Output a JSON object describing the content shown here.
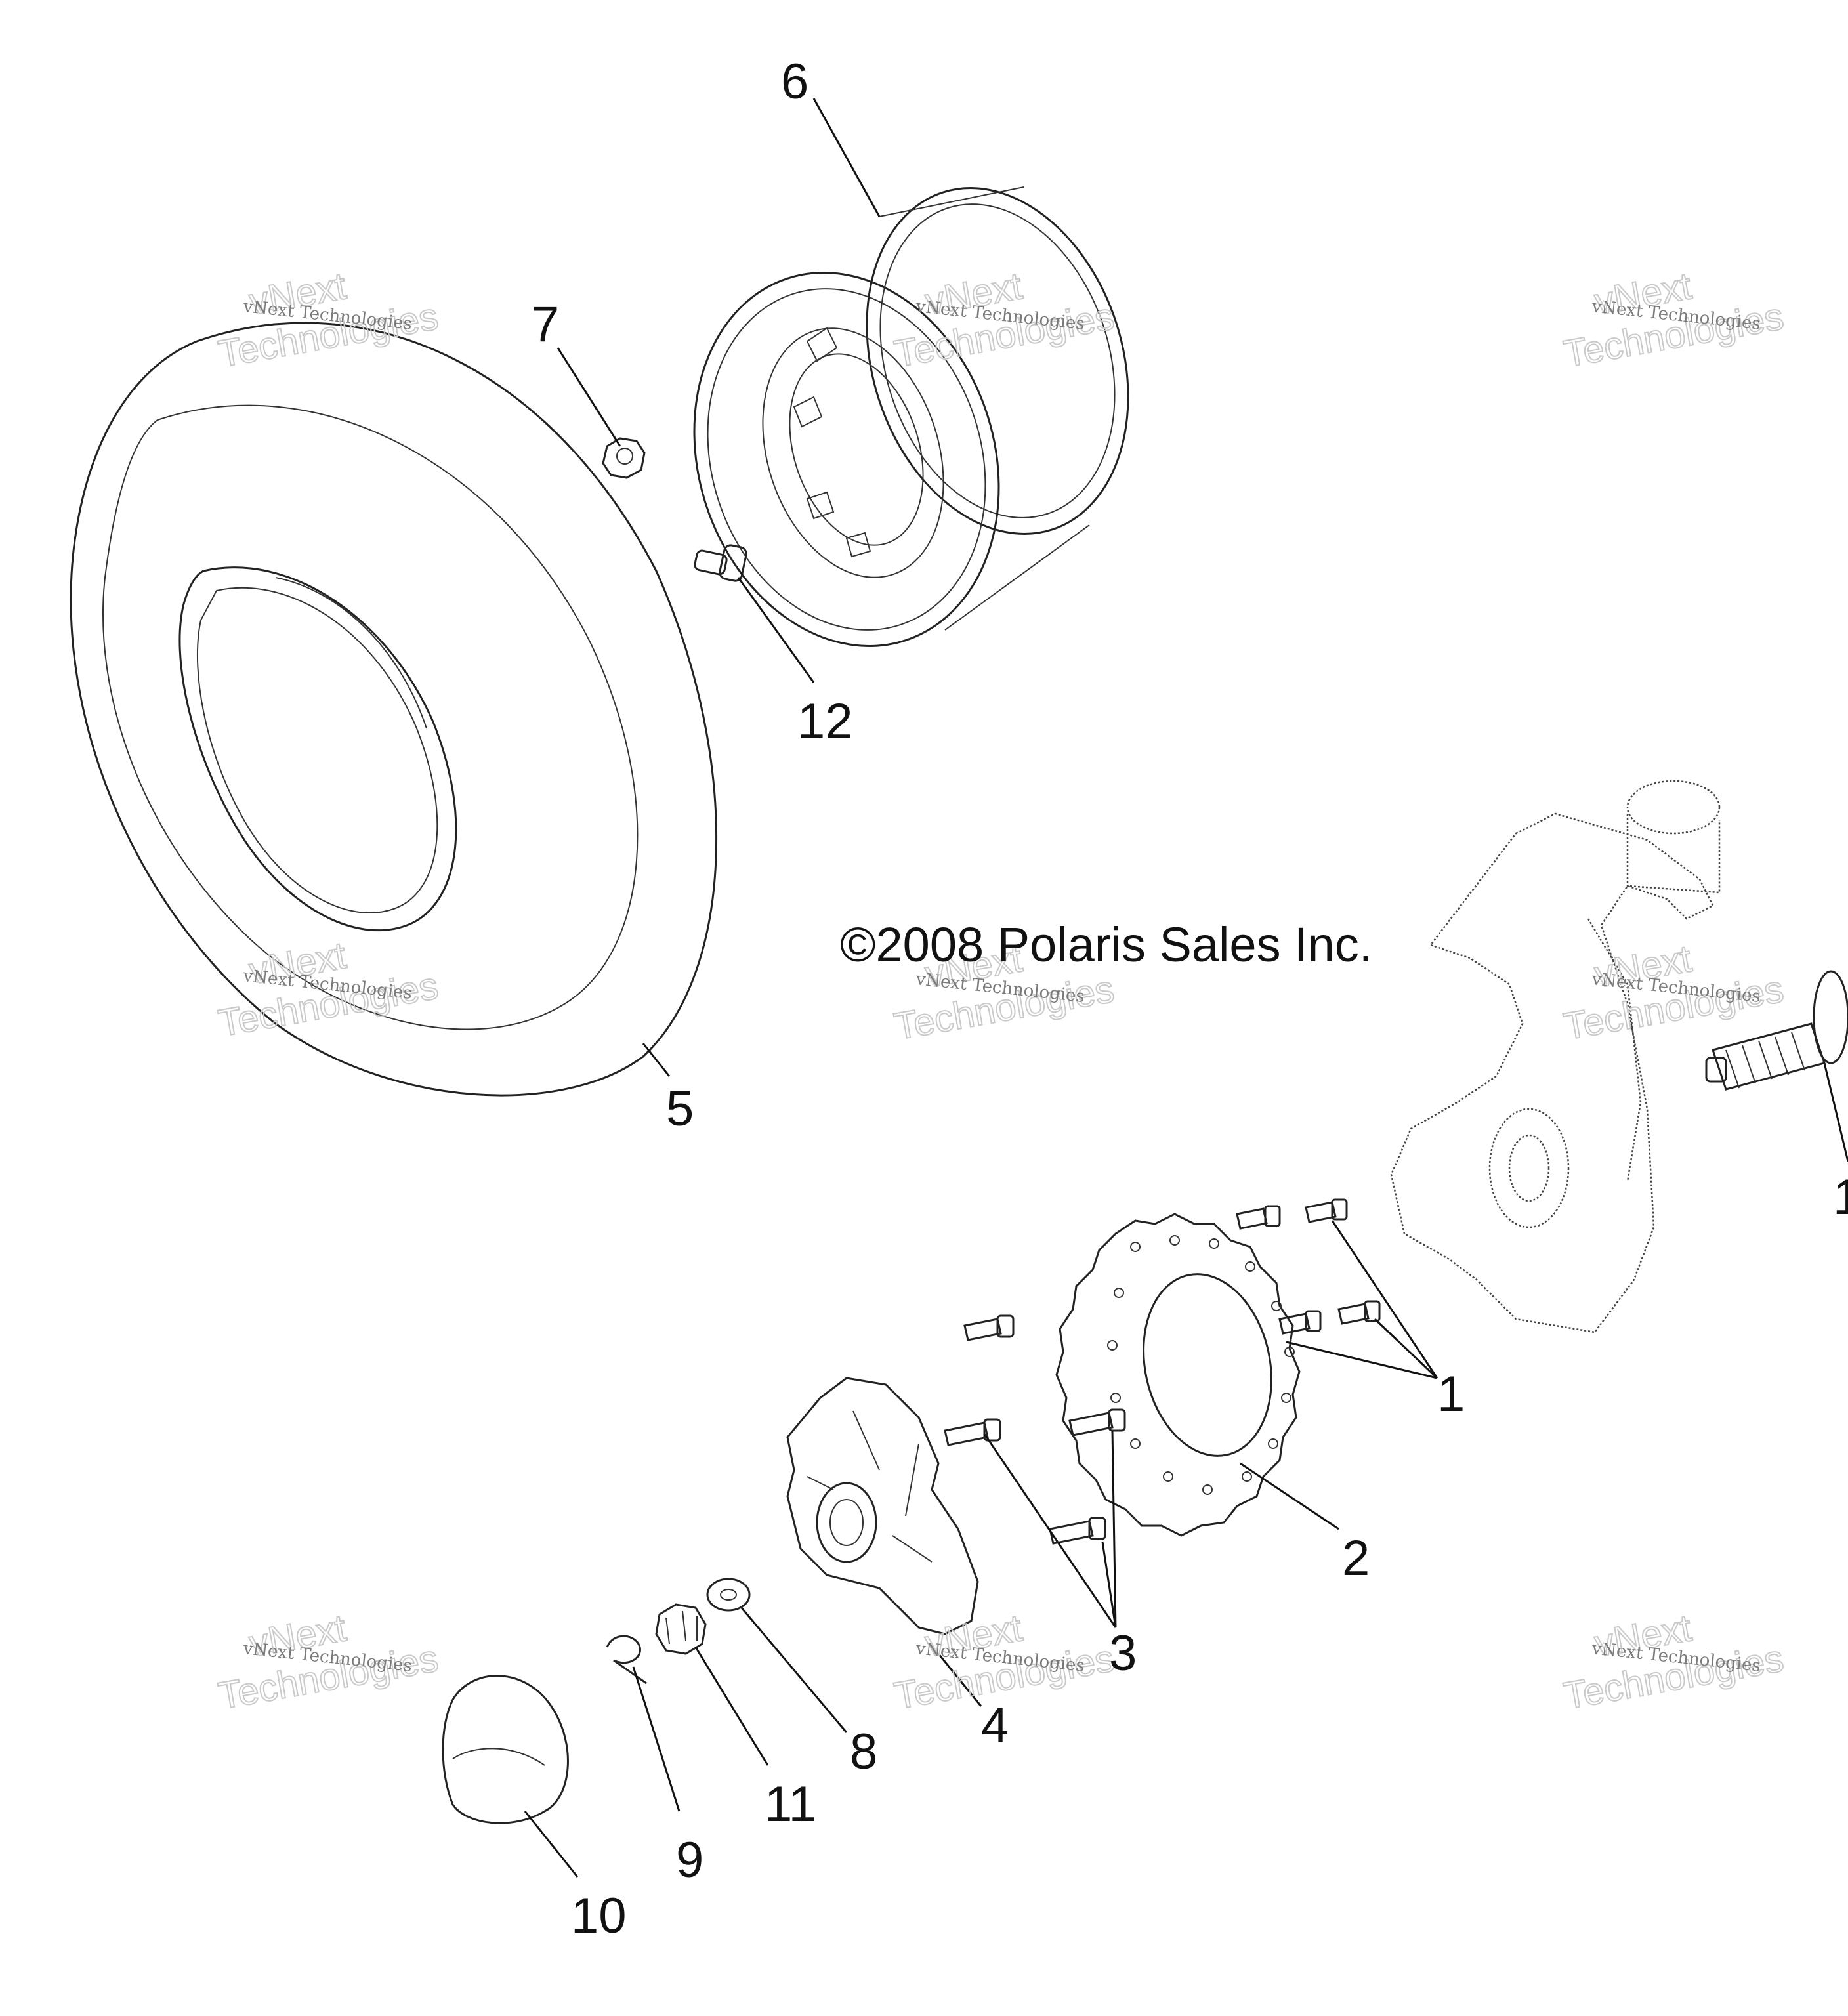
{
  "diagram": {
    "copyright": "©2008 Polaris Sales Inc.",
    "callouts": {
      "c1": "1",
      "c2": "2",
      "c3": "3",
      "c4": "4",
      "c5": "5",
      "c6": "6",
      "c7": "7",
      "c8": "8",
      "c9": "9",
      "c10": "10",
      "c11": "11",
      "c12": "12",
      "c13": "1"
    },
    "watermark": {
      "company": "vNext Technologies",
      "line1": "vNext",
      "line2": "Technologies"
    }
  }
}
